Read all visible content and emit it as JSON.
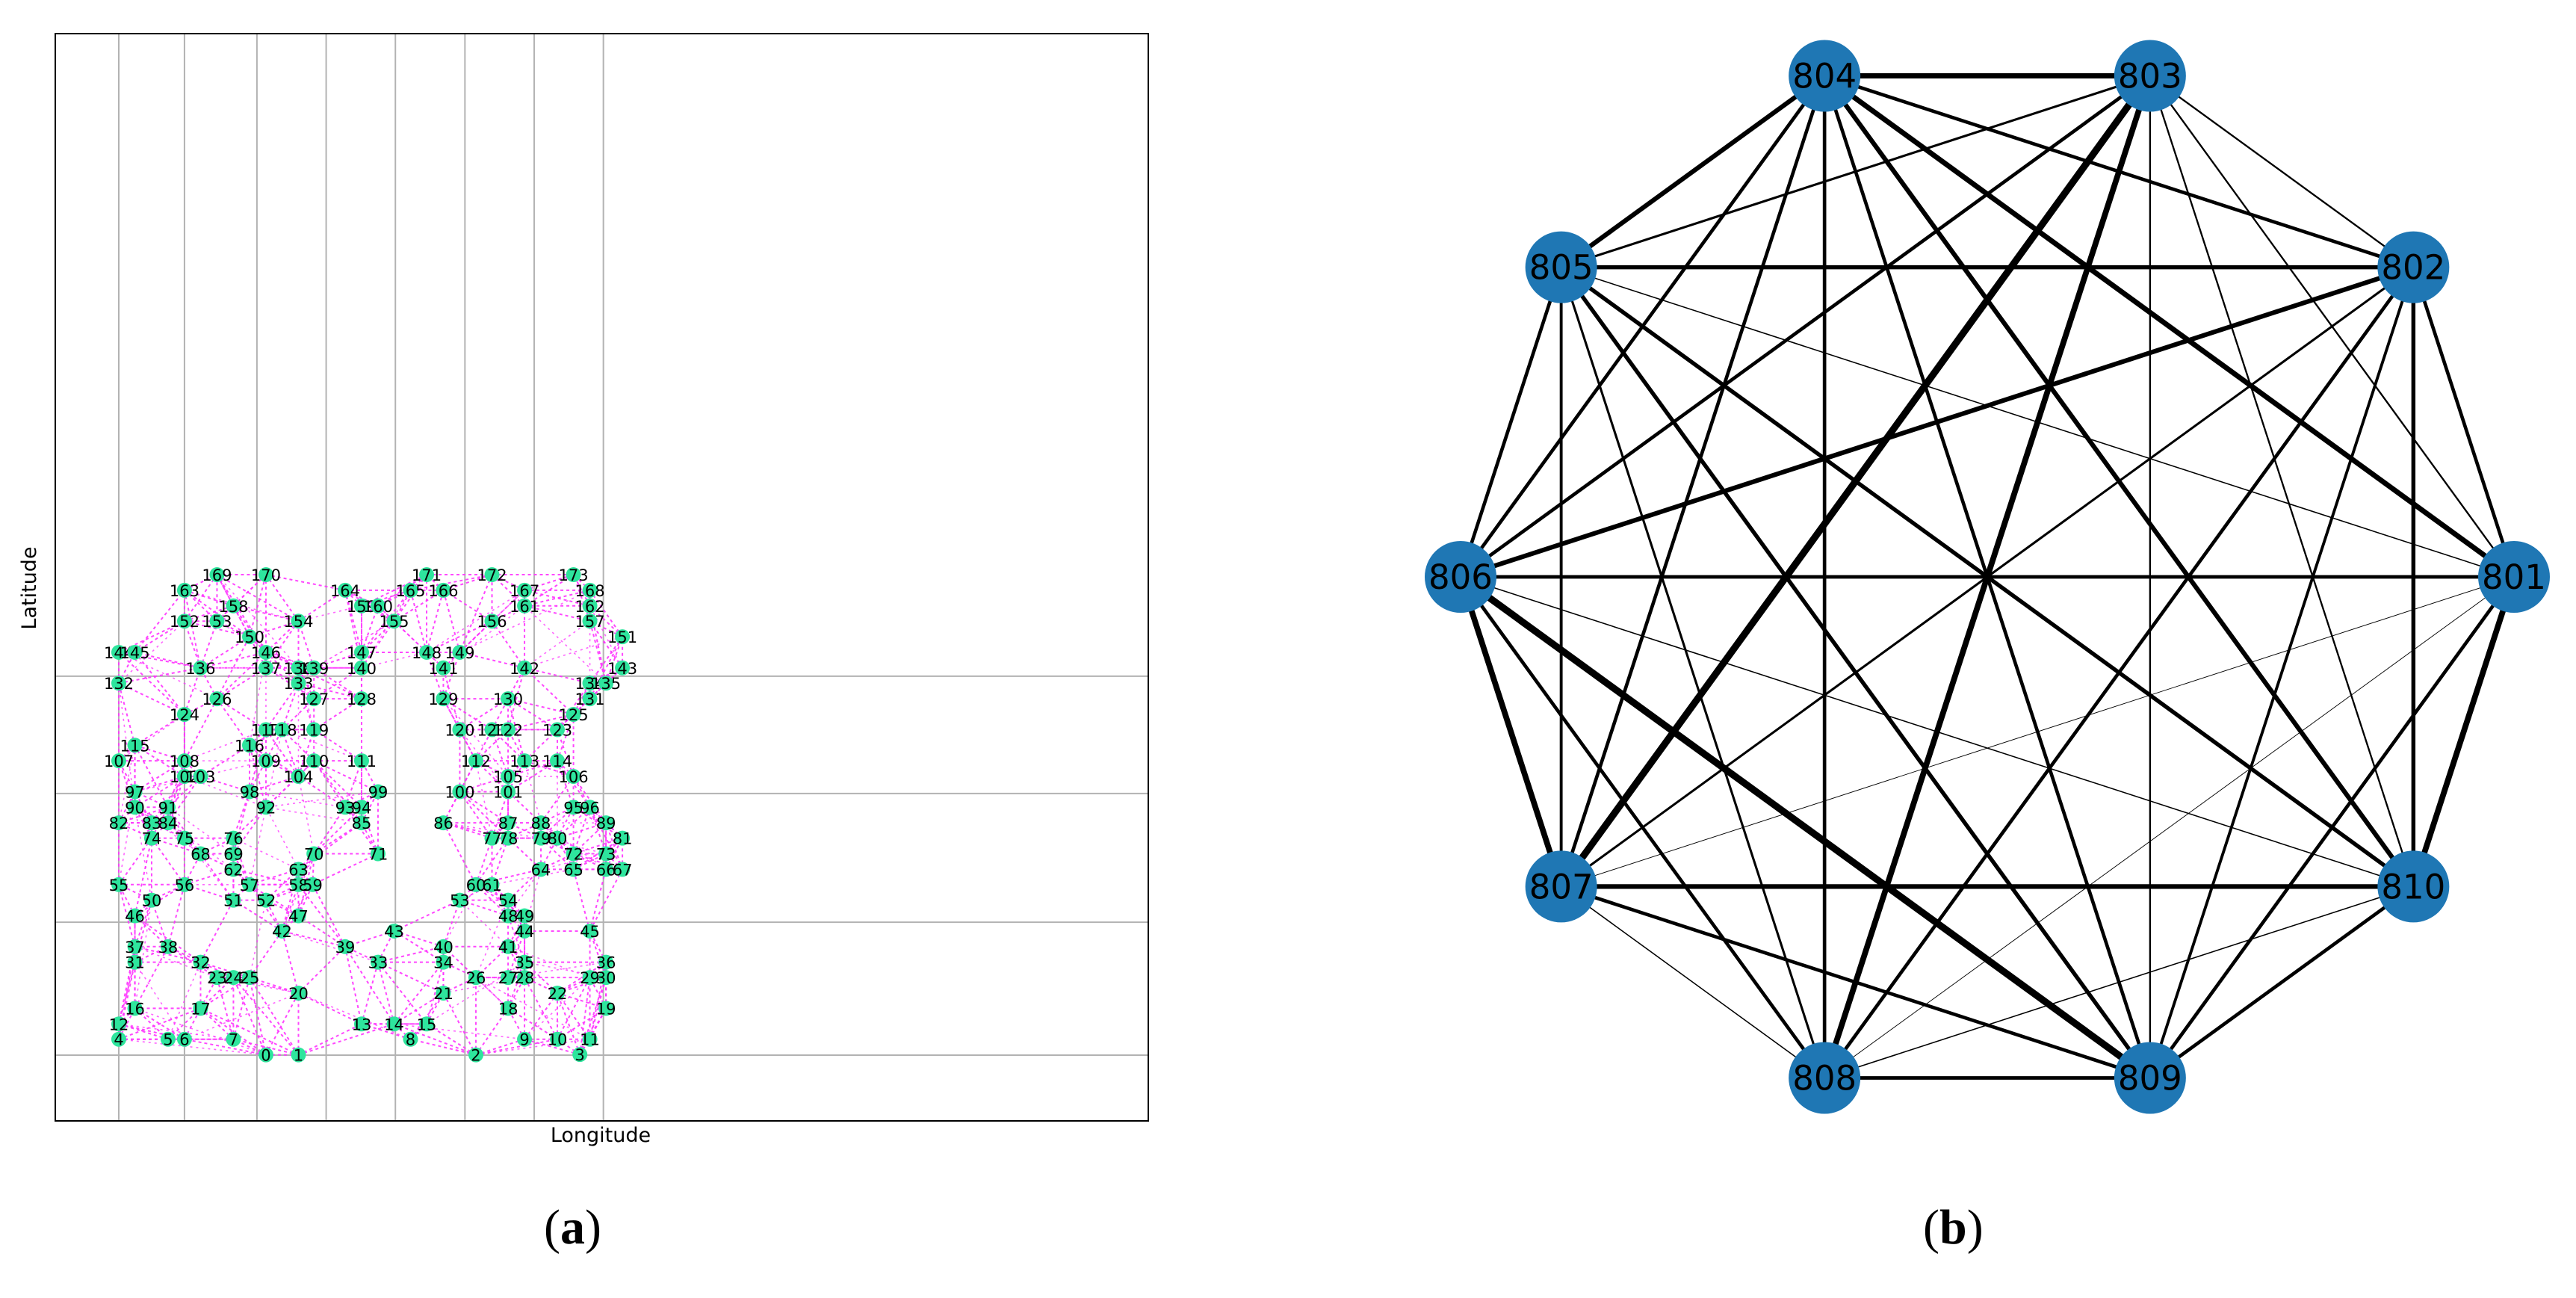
{
  "panel_a": {
    "caption_pre": "(",
    "caption_letter": "a",
    "caption_post": ")",
    "xlabel": "Longitude",
    "ylabel": "Latitude",
    "node_color": "#2ee59d",
    "edge_color": "#ff33ff",
    "grid_color": "#b3b3b3",
    "nodes": [
      {
        "id": "0",
        "lon": 4.57,
        "lat": 0.01
      },
      {
        "id": "1",
        "lon": 5.58,
        "lat": 0.01
      },
      {
        "id": "2",
        "lon": 11.09,
        "lat": 0.01
      },
      {
        "id": "3",
        "lon": 14.32,
        "lat": 0.02
      },
      {
        "id": "4",
        "lon": 0.0,
        "lat": 0.52
      },
      {
        "id": "5",
        "lon": 1.53,
        "lat": 0.52
      },
      {
        "id": "6",
        "lon": 2.04,
        "lat": 0.52
      },
      {
        "id": "7",
        "lon": 3.56,
        "lat": 0.52
      },
      {
        "id": "8",
        "lon": 9.06,
        "lat": 0.52
      },
      {
        "id": "9",
        "lon": 12.6,
        "lat": 0.52
      },
      {
        "id": "10",
        "lon": 13.62,
        "lat": 0.52
      },
      {
        "id": "11",
        "lon": 14.63,
        "lat": 0.52
      },
      {
        "id": "12",
        "lon": 0.0,
        "lat": 1.02
      },
      {
        "id": "13",
        "lon": 7.54,
        "lat": 1.02
      },
      {
        "id": "14",
        "lon": 8.55,
        "lat": 1.02
      },
      {
        "id": "15",
        "lon": 9.56,
        "lat": 1.02
      },
      {
        "id": "16",
        "lon": 0.5,
        "lat": 1.53
      },
      {
        "id": "17",
        "lon": 2.54,
        "lat": 1.53
      },
      {
        "id": "18",
        "lon": 12.09,
        "lat": 1.53
      },
      {
        "id": "19",
        "lon": 15.13,
        "lat": 1.53
      },
      {
        "id": "20",
        "lon": 5.58,
        "lat": 2.03
      },
      {
        "id": "21",
        "lon": 10.08,
        "lat": 2.03
      },
      {
        "id": "22",
        "lon": 13.62,
        "lat": 2.03
      },
      {
        "id": "23",
        "lon": 3.05,
        "lat": 2.54
      },
      {
        "id": "24",
        "lon": 3.56,
        "lat": 2.54
      },
      {
        "id": "25",
        "lon": 4.06,
        "lat": 2.54
      },
      {
        "id": "26",
        "lon": 11.09,
        "lat": 2.54
      },
      {
        "id": "27",
        "lon": 12.09,
        "lat": 2.54
      },
      {
        "id": "28",
        "lon": 12.6,
        "lat": 2.54
      },
      {
        "id": "29",
        "lon": 14.63,
        "lat": 2.54
      },
      {
        "id": "30",
        "lon": 15.13,
        "lat": 2.54
      },
      {
        "id": "31",
        "lon": 0.5,
        "lat": 3.04
      },
      {
        "id": "32",
        "lon": 2.54,
        "lat": 3.04
      },
      {
        "id": "33",
        "lon": 8.05,
        "lat": 3.04
      },
      {
        "id": "34",
        "lon": 10.08,
        "lat": 3.04
      },
      {
        "id": "35",
        "lon": 12.6,
        "lat": 3.04
      },
      {
        "id": "36",
        "lon": 15.13,
        "lat": 3.04
      },
      {
        "id": "37",
        "lon": 0.5,
        "lat": 3.55
      },
      {
        "id": "38",
        "lon": 1.53,
        "lat": 3.55
      },
      {
        "id": "39",
        "lon": 7.03,
        "lat": 3.55
      },
      {
        "id": "40",
        "lon": 10.08,
        "lat": 3.55
      },
      {
        "id": "41",
        "lon": 12.09,
        "lat": 3.55
      },
      {
        "id": "42",
        "lon": 5.07,
        "lat": 4.06
      },
      {
        "id": "43",
        "lon": 8.55,
        "lat": 4.06
      },
      {
        "id": "44",
        "lon": 12.6,
        "lat": 4.06
      },
      {
        "id": "45",
        "lon": 14.63,
        "lat": 4.06
      },
      {
        "id": "46",
        "lon": 0.5,
        "lat": 4.56
      },
      {
        "id": "47",
        "lon": 5.58,
        "lat": 4.56
      },
      {
        "id": "48",
        "lon": 12.09,
        "lat": 4.56
      },
      {
        "id": "49",
        "lon": 12.6,
        "lat": 4.56
      },
      {
        "id": "50",
        "lon": 1.02,
        "lat": 5.07
      },
      {
        "id": "51",
        "lon": 3.56,
        "lat": 5.07
      },
      {
        "id": "52",
        "lon": 4.57,
        "lat": 5.07
      },
      {
        "id": "53",
        "lon": 10.59,
        "lat": 5.07
      },
      {
        "id": "54",
        "lon": 12.09,
        "lat": 5.07
      },
      {
        "id": "55",
        "lon": 0.0,
        "lat": 5.58
      },
      {
        "id": "56",
        "lon": 2.04,
        "lat": 5.58
      },
      {
        "id": "57",
        "lon": 4.06,
        "lat": 5.58
      },
      {
        "id": "58",
        "lon": 5.58,
        "lat": 5.58
      },
      {
        "id": "59",
        "lon": 6.02,
        "lat": 5.58
      },
      {
        "id": "60",
        "lon": 11.09,
        "lat": 5.58
      },
      {
        "id": "61",
        "lon": 11.59,
        "lat": 5.58
      },
      {
        "id": "62",
        "lon": 3.56,
        "lat": 6.08
      },
      {
        "id": "63",
        "lon": 5.58,
        "lat": 6.08
      },
      {
        "id": "64",
        "lon": 13.11,
        "lat": 6.08
      },
      {
        "id": "65",
        "lon": 14.12,
        "lat": 6.08
      },
      {
        "id": "66",
        "lon": 15.13,
        "lat": 6.08
      },
      {
        "id": "67",
        "lon": 15.64,
        "lat": 6.08
      },
      {
        "id": "68",
        "lon": 2.54,
        "lat": 6.59
      },
      {
        "id": "69",
        "lon": 3.56,
        "lat": 6.59
      },
      {
        "id": "70",
        "lon": 6.06,
        "lat": 6.59
      },
      {
        "id": "71",
        "lon": 8.05,
        "lat": 6.59
      },
      {
        "id": "72",
        "lon": 14.12,
        "lat": 6.59
      },
      {
        "id": "73",
        "lon": 15.13,
        "lat": 6.59
      },
      {
        "id": "74",
        "lon": 1.02,
        "lat": 7.1
      },
      {
        "id": "75",
        "lon": 2.04,
        "lat": 7.1
      },
      {
        "id": "76",
        "lon": 3.56,
        "lat": 7.1
      },
      {
        "id": "77",
        "lon": 11.59,
        "lat": 7.1
      },
      {
        "id": "78",
        "lon": 12.09,
        "lat": 7.1
      },
      {
        "id": "79",
        "lon": 13.11,
        "lat": 7.1
      },
      {
        "id": "80",
        "lon": 13.62,
        "lat": 7.1
      },
      {
        "id": "81",
        "lon": 15.64,
        "lat": 7.1
      },
      {
        "id": "82",
        "lon": 0.0,
        "lat": 7.6
      },
      {
        "id": "83",
        "lon": 1.02,
        "lat": 7.6
      },
      {
        "id": "84",
        "lon": 1.53,
        "lat": 7.6
      },
      {
        "id": "85",
        "lon": 7.54,
        "lat": 7.6
      },
      {
        "id": "86",
        "lon": 10.08,
        "lat": 7.6
      },
      {
        "id": "87",
        "lon": 12.09,
        "lat": 7.6
      },
      {
        "id": "88",
        "lon": 13.11,
        "lat": 7.6
      },
      {
        "id": "89",
        "lon": 15.13,
        "lat": 7.6
      },
      {
        "id": "90",
        "lon": 0.5,
        "lat": 8.11
      },
      {
        "id": "91",
        "lon": 1.53,
        "lat": 8.11
      },
      {
        "id": "92",
        "lon": 4.57,
        "lat": 8.11
      },
      {
        "id": "93",
        "lon": 7.03,
        "lat": 8.11
      },
      {
        "id": "94",
        "lon": 7.54,
        "lat": 8.11
      },
      {
        "id": "95",
        "lon": 14.12,
        "lat": 8.11
      },
      {
        "id": "96",
        "lon": 14.63,
        "lat": 8.11
      },
      {
        "id": "97",
        "lon": 0.5,
        "lat": 8.62
      },
      {
        "id": "98",
        "lon": 4.06,
        "lat": 8.62
      },
      {
        "id": "99",
        "lon": 8.05,
        "lat": 8.62
      },
      {
        "id": "100",
        "lon": 10.59,
        "lat": 8.62
      },
      {
        "id": "101",
        "lon": 12.09,
        "lat": 8.62
      },
      {
        "id": "102",
        "lon": 2.04,
        "lat": 9.12
      },
      {
        "id": "103",
        "lon": 2.54,
        "lat": 9.12
      },
      {
        "id": "104",
        "lon": 5.58,
        "lat": 9.12
      },
      {
        "id": "105",
        "lon": 12.09,
        "lat": 9.12
      },
      {
        "id": "106",
        "lon": 14.12,
        "lat": 9.12
      },
      {
        "id": "107",
        "lon": 0.0,
        "lat": 9.63
      },
      {
        "id": "108",
        "lon": 2.04,
        "lat": 9.63
      },
      {
        "id": "109",
        "lon": 4.57,
        "lat": 9.63
      },
      {
        "id": "110",
        "lon": 6.06,
        "lat": 9.63
      },
      {
        "id": "111",
        "lon": 7.54,
        "lat": 9.63
      },
      {
        "id": "112",
        "lon": 11.09,
        "lat": 9.63
      },
      {
        "id": "113",
        "lon": 12.6,
        "lat": 9.63
      },
      {
        "id": "114",
        "lon": 13.62,
        "lat": 9.63
      },
      {
        "id": "115",
        "lon": 0.5,
        "lat": 10.14
      },
      {
        "id": "116",
        "lon": 4.06,
        "lat": 10.14
      },
      {
        "id": "117",
        "lon": 4.57,
        "lat": 10.65
      },
      {
        "id": "118",
        "lon": 5.07,
        "lat": 10.65
      },
      {
        "id": "119",
        "lon": 6.06,
        "lat": 10.65
      },
      {
        "id": "120",
        "lon": 10.59,
        "lat": 10.65
      },
      {
        "id": "121",
        "lon": 11.59,
        "lat": 10.65
      },
      {
        "id": "122",
        "lon": 12.09,
        "lat": 10.65
      },
      {
        "id": "123",
        "lon": 13.62,
        "lat": 10.65
      },
      {
        "id": "124",
        "lon": 2.04,
        "lat": 11.15
      },
      {
        "id": "125",
        "lon": 14.12,
        "lat": 11.15
      },
      {
        "id": "126",
        "lon": 3.05,
        "lat": 11.66
      },
      {
        "id": "127",
        "lon": 6.06,
        "lat": 11.66
      },
      {
        "id": "128",
        "lon": 7.54,
        "lat": 11.66
      },
      {
        "id": "129",
        "lon": 10.08,
        "lat": 11.66
      },
      {
        "id": "130",
        "lon": 12.09,
        "lat": 11.66
      },
      {
        "id": "131",
        "lon": 14.63,
        "lat": 11.66
      },
      {
        "id": "132",
        "lon": 0.0,
        "lat": 12.17
      },
      {
        "id": "133",
        "lon": 5.58,
        "lat": 12.17
      },
      {
        "id": "134",
        "lon": 14.63,
        "lat": 12.17
      },
      {
        "id": "135",
        "lon": 15.13,
        "lat": 12.17
      },
      {
        "id": "136",
        "lon": 2.54,
        "lat": 12.67
      },
      {
        "id": "137",
        "lon": 4.57,
        "lat": 12.67
      },
      {
        "id": "138",
        "lon": 5.58,
        "lat": 12.67
      },
      {
        "id": "139",
        "lon": 6.06,
        "lat": 12.67
      },
      {
        "id": "140",
        "lon": 7.54,
        "lat": 12.67
      },
      {
        "id": "141",
        "lon": 10.08,
        "lat": 12.67
      },
      {
        "id": "142",
        "lon": 12.6,
        "lat": 12.67
      },
      {
        "id": "143",
        "lon": 15.64,
        "lat": 12.67
      },
      {
        "id": "144",
        "lon": 0.0,
        "lat": 13.18
      },
      {
        "id": "145",
        "lon": 0.5,
        "lat": 13.18
      },
      {
        "id": "146",
        "lon": 4.57,
        "lat": 13.18
      },
      {
        "id": "147",
        "lon": 7.54,
        "lat": 13.18
      },
      {
        "id": "148",
        "lon": 9.56,
        "lat": 13.18
      },
      {
        "id": "149",
        "lon": 10.59,
        "lat": 13.18
      },
      {
        "id": "150",
        "lon": 4.06,
        "lat": 13.69
      },
      {
        "id": "151",
        "lon": 15.64,
        "lat": 13.69
      },
      {
        "id": "152",
        "lon": 2.04,
        "lat": 14.2
      },
      {
        "id": "153",
        "lon": 3.05,
        "lat": 14.2
      },
      {
        "id": "154",
        "lon": 5.58,
        "lat": 14.2
      },
      {
        "id": "155",
        "lon": 8.55,
        "lat": 14.2
      },
      {
        "id": "156",
        "lon": 11.59,
        "lat": 14.2
      },
      {
        "id": "157",
        "lon": 14.63,
        "lat": 14.2
      },
      {
        "id": "158",
        "lon": 3.56,
        "lat": 14.7
      },
      {
        "id": "159",
        "lon": 7.54,
        "lat": 14.7
      },
      {
        "id": "160",
        "lon": 8.05,
        "lat": 14.7
      },
      {
        "id": "161",
        "lon": 12.6,
        "lat": 14.7
      },
      {
        "id": "162",
        "lon": 14.63,
        "lat": 14.7
      },
      {
        "id": "163",
        "lon": 2.04,
        "lat": 15.21
      },
      {
        "id": "164",
        "lon": 7.03,
        "lat": 15.21
      },
      {
        "id": "165",
        "lon": 9.06,
        "lat": 15.21
      },
      {
        "id": "166",
        "lon": 10.08,
        "lat": 15.21
      },
      {
        "id": "167",
        "lon": 12.6,
        "lat": 15.21
      },
      {
        "id": "168",
        "lon": 14.63,
        "lat": 15.21
      },
      {
        "id": "169",
        "lon": 3.05,
        "lat": 15.72
      },
      {
        "id": "170",
        "lon": 4.57,
        "lat": 15.72
      },
      {
        "id": "171",
        "lon": 9.56,
        "lat": 15.72
      },
      {
        "id": "172",
        "lon": 11.59,
        "lat": 15.72
      },
      {
        "id": "173",
        "lon": 14.12,
        "lat": 15.72
      }
    ]
  },
  "panel_b": {
    "caption_pre": "(",
    "caption_letter": "b",
    "caption_post": ")",
    "node_color": "#1f77b4",
    "edge_color": "#000000",
    "nodes": [
      {
        "id": "801",
        "angle_deg": 0
      },
      {
        "id": "802",
        "angle_deg": 36
      },
      {
        "id": "803",
        "angle_deg": 72
      },
      {
        "id": "804",
        "angle_deg": 108
      },
      {
        "id": "805",
        "angle_deg": 144
      },
      {
        "id": "806",
        "angle_deg": 180
      },
      {
        "id": "807",
        "angle_deg": 216
      },
      {
        "id": "808",
        "angle_deg": 252
      },
      {
        "id": "809",
        "angle_deg": 288
      },
      {
        "id": "810",
        "angle_deg": 324
      }
    ],
    "edges": [
      {
        "s": "801",
        "t": "802",
        "w": 3
      },
      {
        "s": "801",
        "t": "803",
        "w": 1.5
      },
      {
        "s": "801",
        "t": "804",
        "w": 4.5
      },
      {
        "s": "801",
        "t": "805",
        "w": 1
      },
      {
        "s": "801",
        "t": "806",
        "w": 3
      },
      {
        "s": "801",
        "t": "807",
        "w": 0.6
      },
      {
        "s": "801",
        "t": "808",
        "w": 0.6
      },
      {
        "s": "801",
        "t": "809",
        "w": 3
      },
      {
        "s": "801",
        "t": "810",
        "w": 5
      },
      {
        "s": "802",
        "t": "803",
        "w": 1.5
      },
      {
        "s": "802",
        "t": "804",
        "w": 3
      },
      {
        "s": "802",
        "t": "805",
        "w": 3.5
      },
      {
        "s": "802",
        "t": "806",
        "w": 4
      },
      {
        "s": "802",
        "t": "807",
        "w": 2
      },
      {
        "s": "802",
        "t": "808",
        "w": 3
      },
      {
        "s": "802",
        "t": "809",
        "w": 2.5
      },
      {
        "s": "802",
        "t": "810",
        "w": 3.5
      },
      {
        "s": "803",
        "t": "804",
        "w": 4.5
      },
      {
        "s": "803",
        "t": "805",
        "w": 2
      },
      {
        "s": "803",
        "t": "806",
        "w": 3
      },
      {
        "s": "803",
        "t": "807",
        "w": 6
      },
      {
        "s": "803",
        "t": "808",
        "w": 5
      },
      {
        "s": "803",
        "t": "809",
        "w": 1.5
      },
      {
        "s": "803",
        "t": "810",
        "w": 1.5
      },
      {
        "s": "804",
        "t": "805",
        "w": 4
      },
      {
        "s": "804",
        "t": "806",
        "w": 3
      },
      {
        "s": "804",
        "t": "807",
        "w": 3
      },
      {
        "s": "804",
        "t": "808",
        "w": 3
      },
      {
        "s": "804",
        "t": "809",
        "w": 3
      },
      {
        "s": "804",
        "t": "810",
        "w": 4
      },
      {
        "s": "805",
        "t": "806",
        "w": 3
      },
      {
        "s": "805",
        "t": "807",
        "w": 2.5
      },
      {
        "s": "805",
        "t": "808",
        "w": 2
      },
      {
        "s": "805",
        "t": "809",
        "w": 3.5
      },
      {
        "s": "805",
        "t": "810",
        "w": 3.5
      },
      {
        "s": "806",
        "t": "807",
        "w": 5
      },
      {
        "s": "806",
        "t": "808",
        "w": 3
      },
      {
        "s": "806",
        "t": "809",
        "w": 6
      },
      {
        "s": "806",
        "t": "810",
        "w": 1
      },
      {
        "s": "807",
        "t": "808",
        "w": 1
      },
      {
        "s": "807",
        "t": "809",
        "w": 3
      },
      {
        "s": "807",
        "t": "810",
        "w": 4
      },
      {
        "s": "808",
        "t": "809",
        "w": 3
      },
      {
        "s": "808",
        "t": "810",
        "w": 1
      },
      {
        "s": "809",
        "t": "810",
        "w": 3
      }
    ]
  }
}
